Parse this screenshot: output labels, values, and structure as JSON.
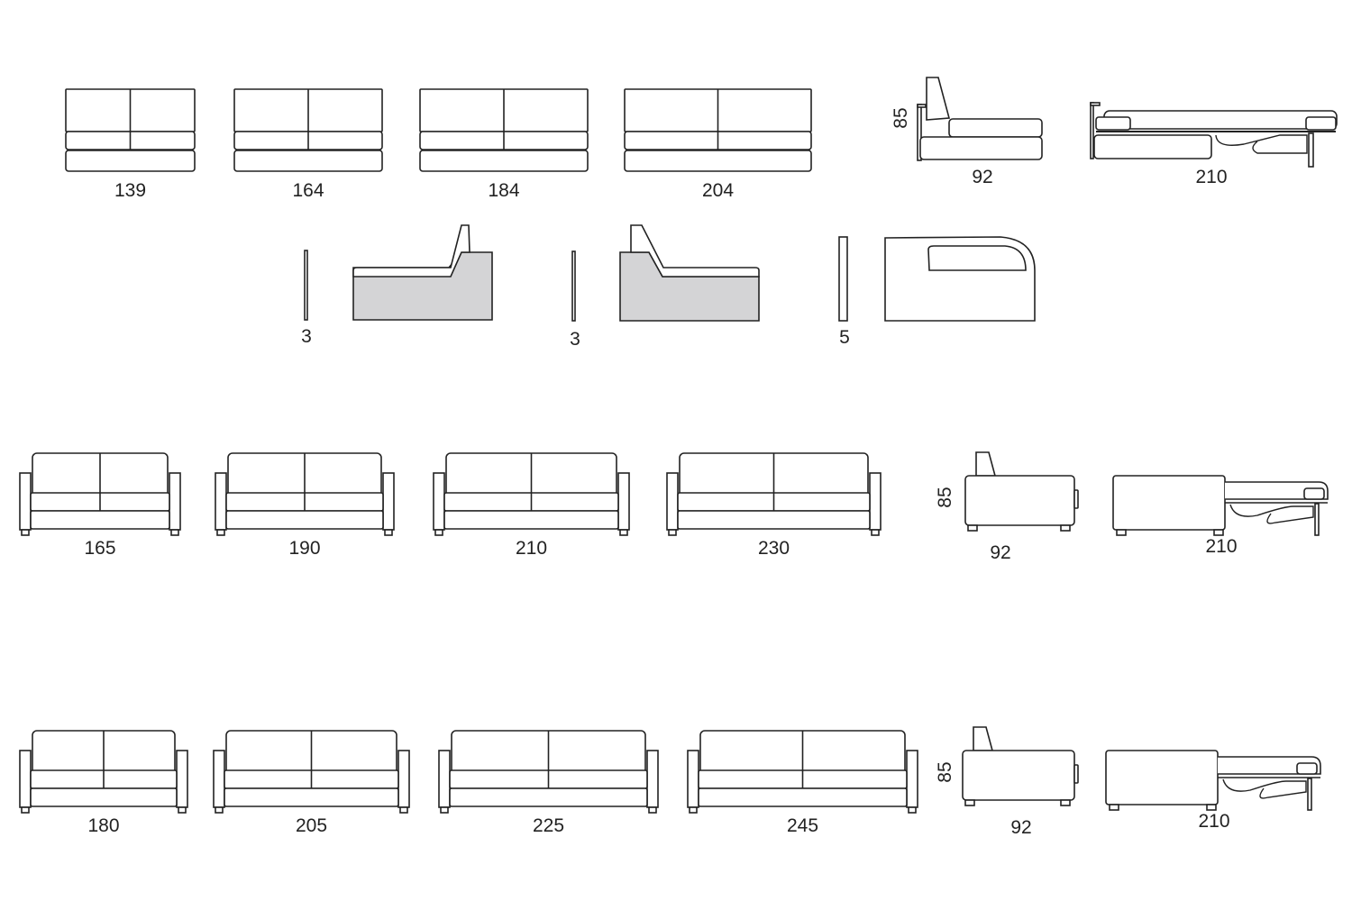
{
  "row1": {
    "sofas": [
      "139",
      "164",
      "184",
      "204"
    ],
    "side_depth": "92",
    "side_height": "85",
    "bed_length": "210"
  },
  "row2": {
    "armrests": [
      "3",
      "3",
      "5"
    ]
  },
  "row3": {
    "sofas": [
      "165",
      "190",
      "210",
      "230"
    ],
    "side_depth": "92",
    "side_height": "85",
    "bed_length": "210"
  },
  "row4": {
    "sofas": [
      "180",
      "205",
      "225",
      "245"
    ],
    "side_depth": "92",
    "side_height": "85",
    "bed_length": "210"
  },
  "colors": {
    "line": "#222222",
    "fill_section": "#d4d4d6"
  }
}
